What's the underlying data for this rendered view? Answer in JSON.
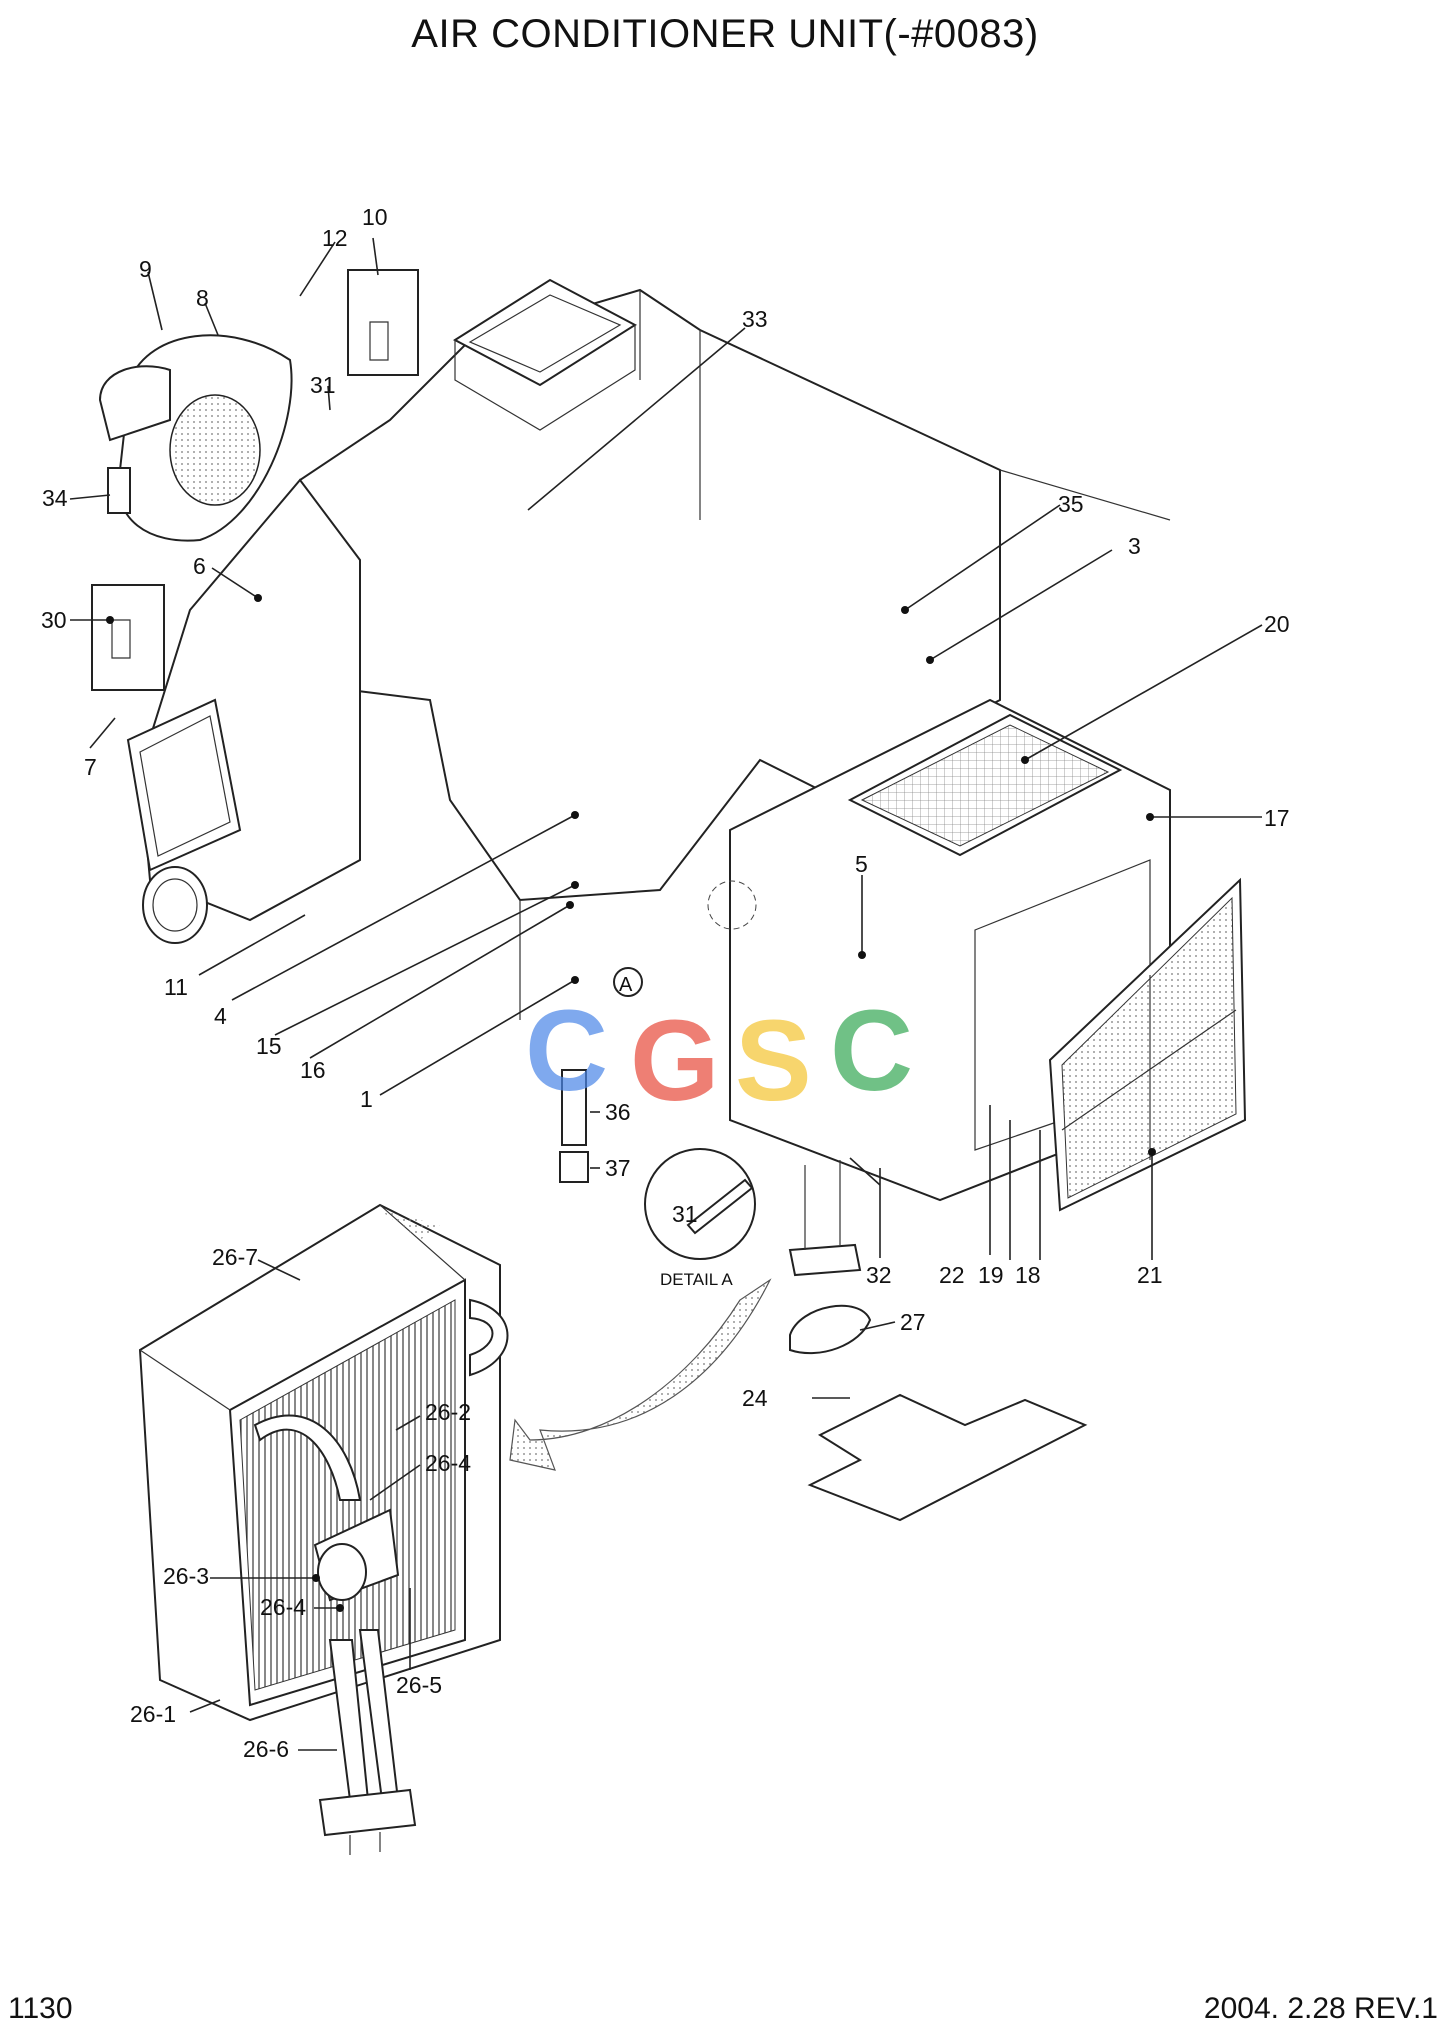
{
  "title": "AIR CONDITIONER UNIT(-#0083)",
  "page_number": "1130",
  "revision": "2004. 2.28  REV.1",
  "detail_label": "DETAIL A",
  "detail_marker": "A",
  "detail_part": "31",
  "watermark": "CGSC",
  "labels": {
    "l1": "1",
    "l3": "3",
    "l4": "4",
    "l5": "5",
    "l6": "6",
    "l7": "7",
    "l8": "8",
    "l9": "9",
    "l10": "10",
    "l11": "11",
    "l12": "12",
    "l15": "15",
    "l16": "16",
    "l17": "17",
    "l18": "18",
    "l19": "19",
    "l20": "20",
    "l21": "21",
    "l22": "22",
    "l24": "24",
    "l27": "27",
    "l30": "30",
    "l31": "31",
    "l32": "32",
    "l33": "33",
    "l34": "34",
    "l35": "35",
    "l36": "36",
    "l37": "37",
    "l26_1": "26-1",
    "l26_2": "26-2",
    "l26_3": "26-3",
    "l26_4a": "26-4",
    "l26_4b": "26-4",
    "l26_5": "26-5",
    "l26_6": "26-6",
    "l26_7": "26-7"
  },
  "colors": {
    "cg_blue": "#4a86e8",
    "cg_red": "#e84a3a",
    "cg_yellow": "#f4c430",
    "cg_green": "#34a853"
  }
}
